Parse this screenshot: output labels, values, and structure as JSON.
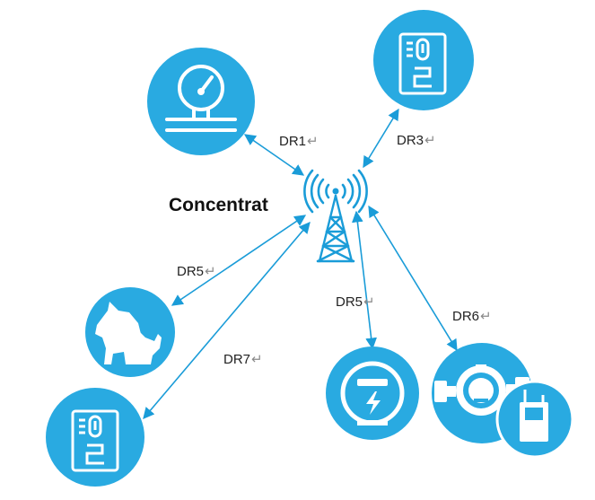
{
  "colors": {
    "node": "#29aae1",
    "link": "#1a9cd8",
    "white": "#ffffff"
  },
  "hub": {
    "title": "Concentrat",
    "icon": "antenna-tower-icon"
  },
  "nodes": [
    {
      "id": "pressure-gauge",
      "icon": "pressure-gauge-icon"
    },
    {
      "id": "heat-meter-top",
      "icon": "heat-meter-icon"
    },
    {
      "id": "pet",
      "icon": "dog-cat-icon"
    },
    {
      "id": "heat-meter-bottom",
      "icon": "heat-meter-icon"
    },
    {
      "id": "electric-meter",
      "icon": "electric-meter-icon"
    },
    {
      "id": "water-meter",
      "icon": "water-meter-icon"
    },
    {
      "id": "remote-device",
      "icon": "remote-device-icon"
    }
  ],
  "links": [
    {
      "label": "DR1",
      "return_mark": "↵"
    },
    {
      "label": "DR3",
      "return_mark": "↵"
    },
    {
      "label": "DR5",
      "return_mark": "↵"
    },
    {
      "label": "DR7",
      "return_mark": "↵"
    },
    {
      "label": "DR5",
      "return_mark": "↵"
    },
    {
      "label": "DR6",
      "return_mark": "↵"
    }
  ]
}
